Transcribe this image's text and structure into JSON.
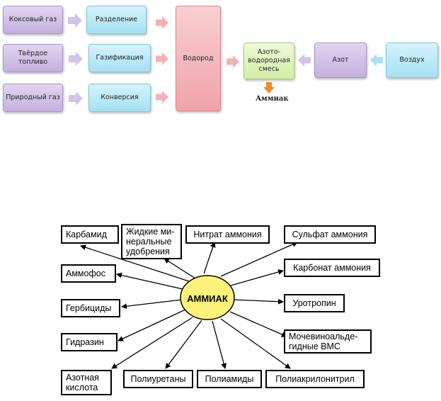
{
  "flow": {
    "sources": [
      "Коксовый газ",
      "Твёрдое топливо",
      "Природный газ"
    ],
    "processes": [
      "Разделение",
      "Газификация",
      "Конверсия"
    ],
    "hydrogen": "Водород",
    "mixture": "Азото-водородная смесь",
    "nitrogen": "Азот",
    "air": "Воздух",
    "product": "Аммиак"
  },
  "hub": {
    "center": "АММИАК",
    "nodes": {
      "karbamid": "Карбамид",
      "zhidkie": "Жидкие ми-\nнеральные\nудобрения",
      "nitrat": "Нитрат аммония",
      "sulfat": "Сульфат аммония",
      "ammofos": "Аммофос",
      "karbonat": "Карбонат аммония",
      "gerbicidy": "Гербициды",
      "urotropin": "Уротропин",
      "gidrazin": "Гидразин",
      "mochevina": "Мочевиноальде-\nгидные ВМС",
      "azotnaya": "Азотная\nкислота",
      "poliuretany": "Полиуретаны",
      "poliamidy": "Полиамиды",
      "poliakril": "Полиакрилонитрил"
    }
  },
  "colors": {
    "purple": "#c9b8e0",
    "blue": "#a8e2f3",
    "pink": "#f2a7ae",
    "green": "#d4efab",
    "orange": "#f08a2c",
    "hub": "#fff27a"
  }
}
